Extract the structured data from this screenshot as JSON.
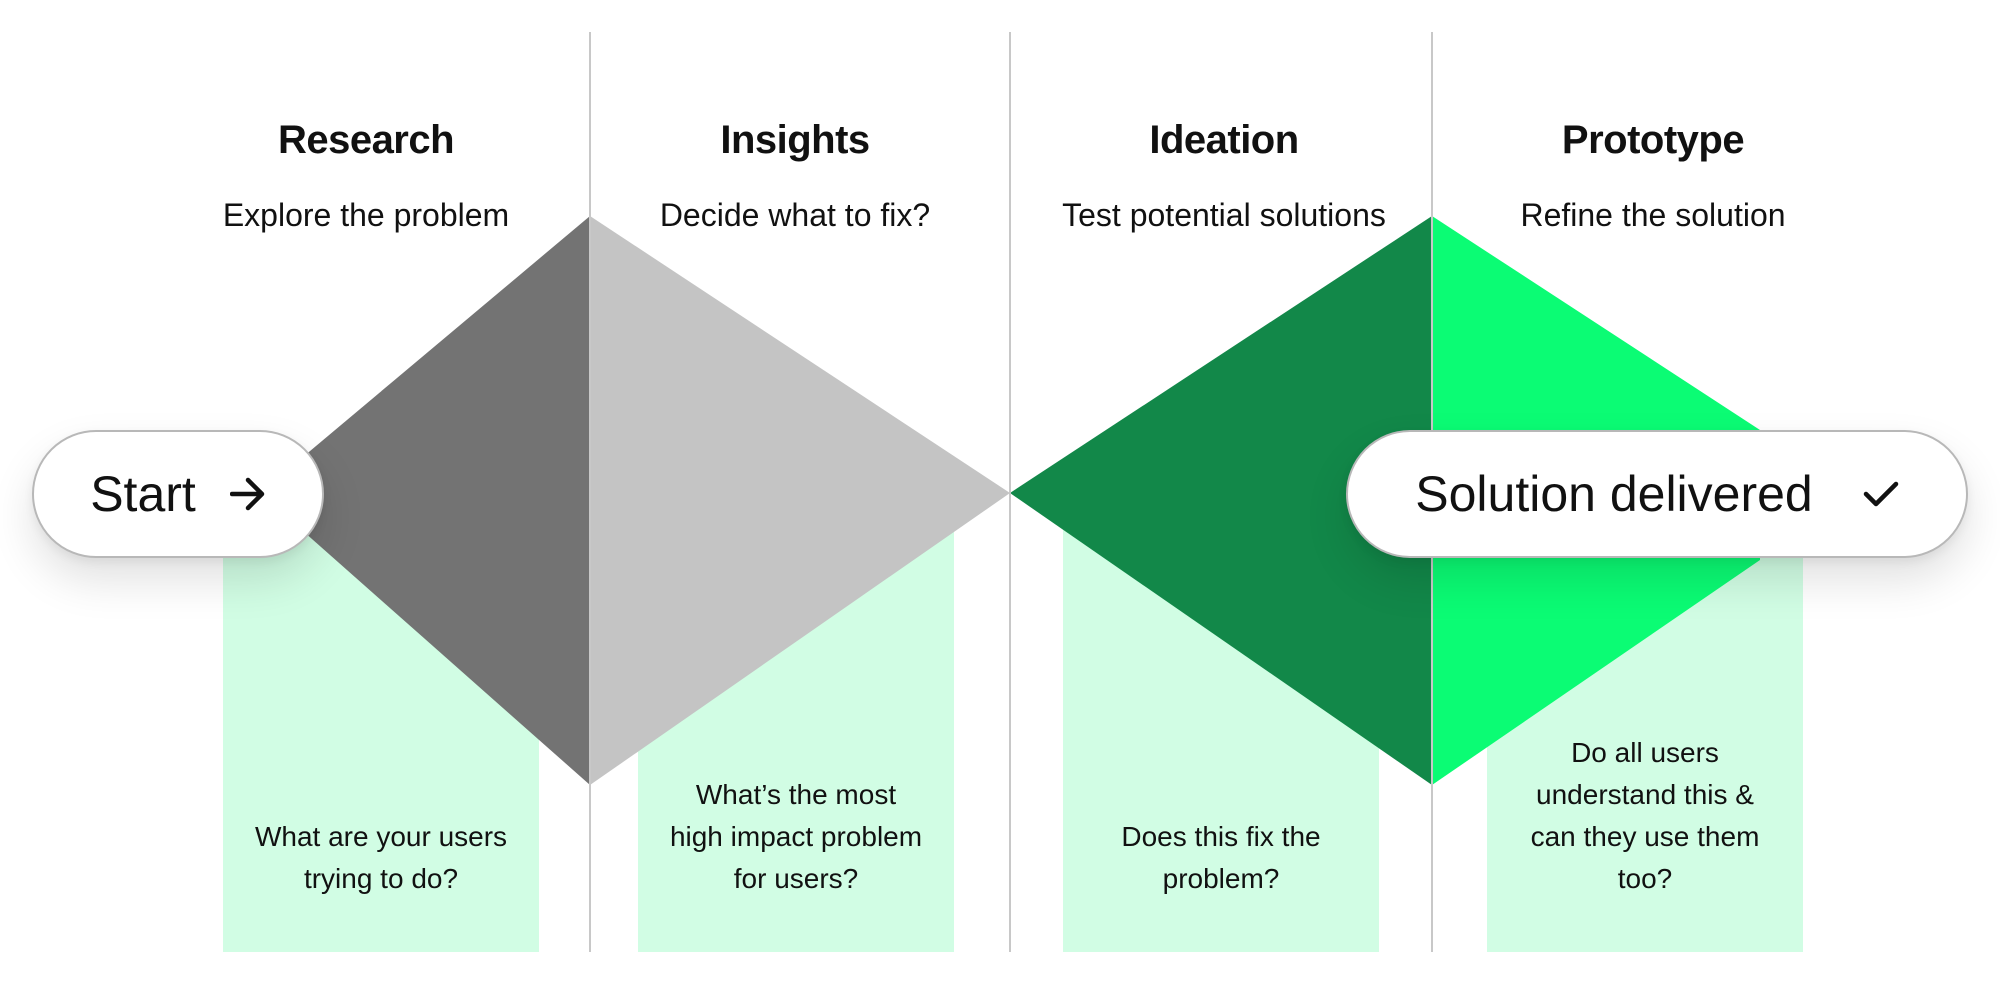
{
  "phases": [
    {
      "title": "Research",
      "subtitle": "Explore the problem",
      "question": "What are your users trying to do?"
    },
    {
      "title": "Insights",
      "subtitle": "Decide what to fix?",
      "question": "What’s the most high impact problem for users?"
    },
    {
      "title": "Ideation",
      "subtitle": "Test potential solutions",
      "question": "Does this fix the problem?"
    },
    {
      "title": "Prototype",
      "subtitle": "Refine the solution",
      "question": "Do all users understand this & can they use them too?"
    }
  ],
  "start": {
    "label": "Start",
    "icon": "arrow-right-icon"
  },
  "end": {
    "label": "Solution delivered",
    "icon": "check-icon"
  },
  "colors": {
    "research": "#737373",
    "insights": "#c4c4c4",
    "ideation": "#128849",
    "prototype": "#0bfc74",
    "question_bg": "#d1fde4",
    "divider": "#c8c8c8"
  }
}
